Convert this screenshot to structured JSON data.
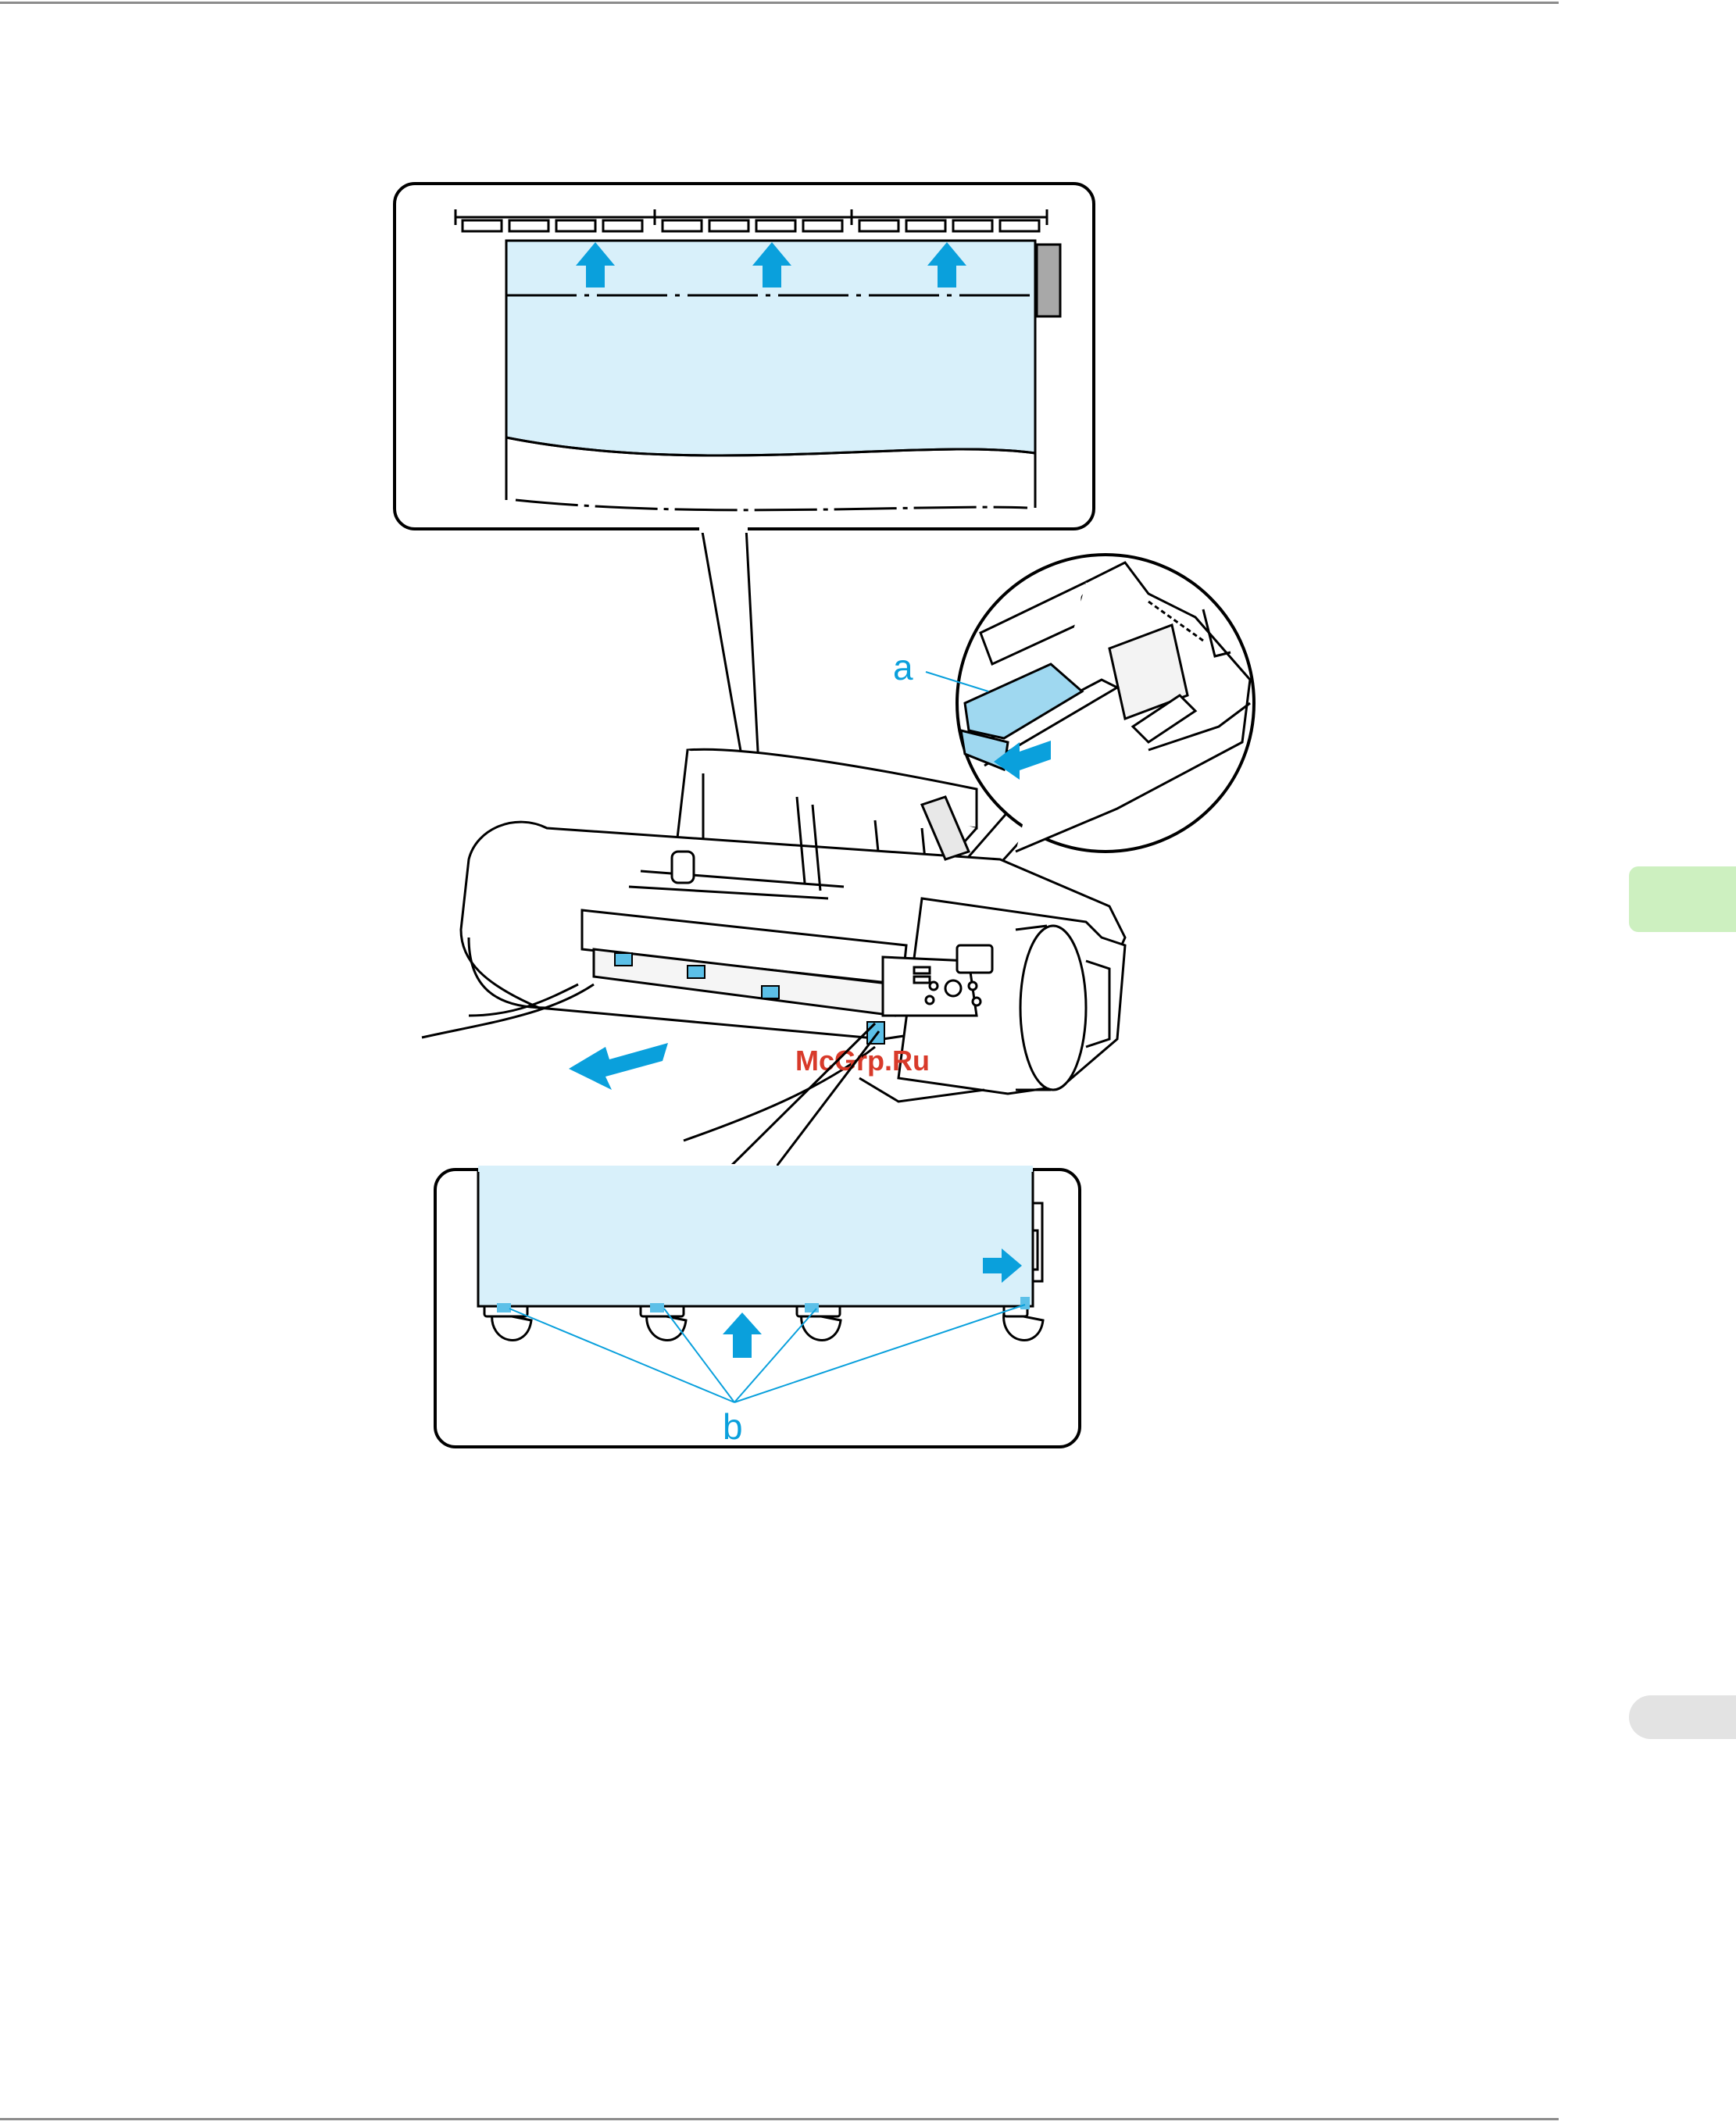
{
  "figure": {
    "callout_a": "a",
    "callout_b": "b",
    "watermark": "McGrp.Ru"
  },
  "colors": {
    "accent_blue": "#0aa0dc",
    "paper_blue": "#d8f0fa",
    "side_tab_green": "#cdf0c0",
    "side_tab_grey": "#e3e3e3",
    "watermark_red": "#d83a2a",
    "rule_grey": "#8c8c8c"
  }
}
